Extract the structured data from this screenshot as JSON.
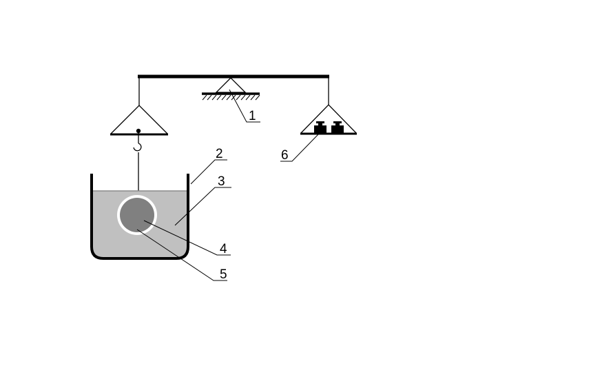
{
  "diagram": {
    "labels": {
      "fulcrum": "1",
      "vessel": "2",
      "liquid": "3",
      "body": "4",
      "coating": "5",
      "weights": "6"
    },
    "colors": {
      "line": "#000000",
      "liquid": "#c0c0c0",
      "liquid_surface": "#8c8c8c",
      "body": "#808080",
      "coating": "#ffffff",
      "background": "#ffffff"
    }
  }
}
